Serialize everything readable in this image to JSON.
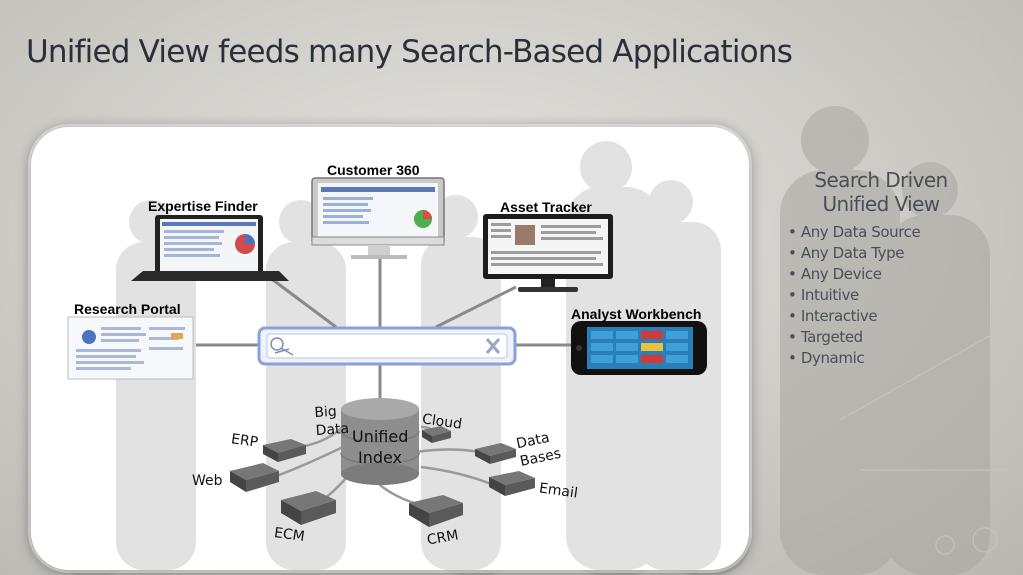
{
  "slide": {
    "title": "Unified View feeds many Search-Based Applications"
  },
  "applications": {
    "customer_360": "Customer 360",
    "expertise_finder": "Expertise Finder",
    "asset_tracker": "Asset Tracker",
    "research_portal": "Research Portal",
    "analyst_workbench": "Analyst Workbench"
  },
  "index": {
    "label_line1": "Unified",
    "label_line2": "Index"
  },
  "sources": {
    "big_data_line1": "Big",
    "big_data_line2": "Data",
    "cloud": "Cloud",
    "erp": "ERP",
    "data_bases_line1": "Data",
    "data_bases_line2": "Bases",
    "web": "Web",
    "email": "Email",
    "ecm": "ECM",
    "crm": "CRM"
  },
  "sidebar": {
    "heading_line1": "Search Driven",
    "heading_line2": "Unified View",
    "items": [
      "Any Data Source",
      "Any Data Type",
      "Any Device",
      "Intuitive",
      "Interactive",
      "Targeted",
      "Dynamic"
    ]
  },
  "colors": {
    "title_text": "#2b2f3a",
    "sidebar_text": "#4a4e59",
    "panel_bg": "#ffffff",
    "connector": "#8a8a8a",
    "search_bar_border": "#8aa0d8",
    "database": "#8e8e8e",
    "source_box": "#555555"
  }
}
